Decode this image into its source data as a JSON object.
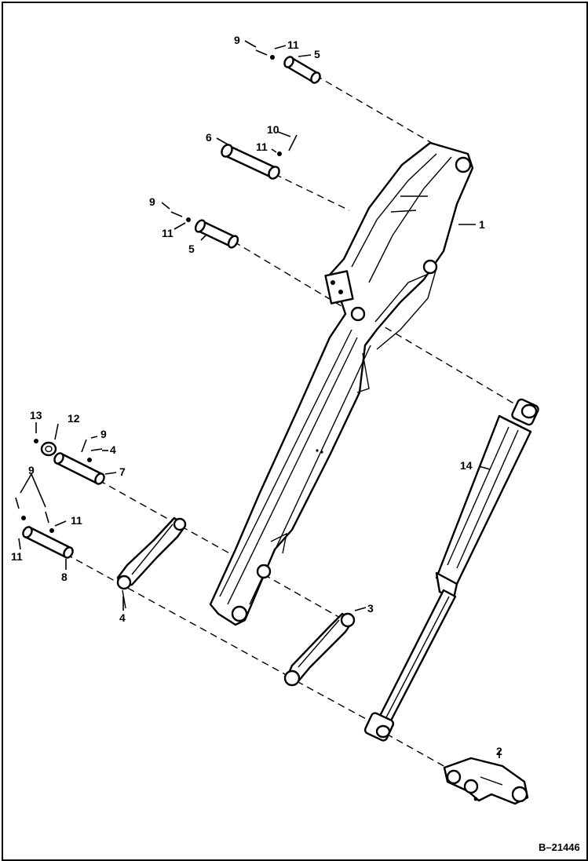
{
  "callouts": {
    "c1": "1",
    "c2": "2",
    "c3": "3",
    "c4a": "4",
    "c4b": "4",
    "c5a": "5",
    "c5b": "5",
    "c6": "6",
    "c7": "7",
    "c8": "8",
    "c9a": "9",
    "c9b": "9",
    "c9c": "9",
    "c9d": "9",
    "c10": "10",
    "c11a": "11",
    "c11b": "11",
    "c11c": "11",
    "c11d": "11",
    "c11e": "11",
    "c12": "12",
    "c13": "13",
    "c14": "14"
  },
  "figure_ref": "B–21446"
}
